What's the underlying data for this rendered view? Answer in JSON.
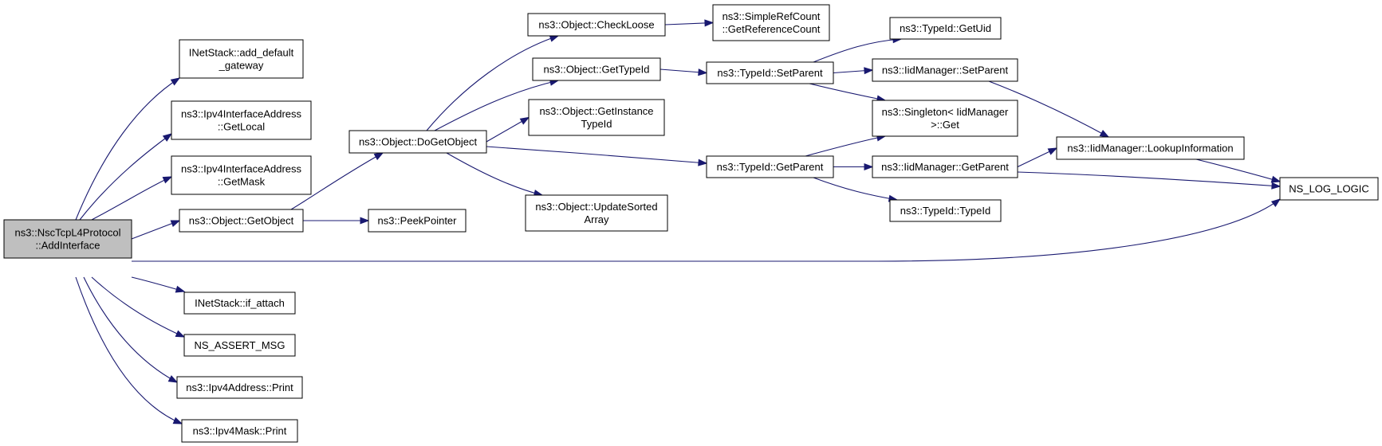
{
  "colors": {
    "edge": "#191970",
    "node_border": "#000000",
    "root_fill": "#bfbfbf",
    "node_fill": "#ffffff"
  },
  "nodes": [
    {
      "id": "root",
      "lines": [
        "ns3::NscTcpL4Protocol",
        "::AddInterface"
      ],
      "root": true
    },
    {
      "id": "add_gw",
      "lines": [
        "INetStack::add_default",
        "_gateway"
      ]
    },
    {
      "id": "getlocal",
      "lines": [
        "ns3::Ipv4InterfaceAddress",
        "::GetLocal"
      ]
    },
    {
      "id": "getmask",
      "lines": [
        "ns3::Ipv4InterfaceAddress",
        "::GetMask"
      ]
    },
    {
      "id": "getobject",
      "lines": [
        "ns3::Object::GetObject"
      ]
    },
    {
      "id": "ifattach",
      "lines": [
        "INetStack::if_attach"
      ]
    },
    {
      "id": "assert",
      "lines": [
        "NS_ASSERT_MSG"
      ]
    },
    {
      "id": "addrprint",
      "lines": [
        "ns3::Ipv4Address::Print"
      ]
    },
    {
      "id": "maskprint",
      "lines": [
        "ns3::Ipv4Mask::Print"
      ]
    },
    {
      "id": "dogetobject",
      "lines": [
        "ns3::Object::DoGetObject"
      ]
    },
    {
      "id": "peek",
      "lines": [
        "ns3::PeekPointer"
      ]
    },
    {
      "id": "checkloose",
      "lines": [
        "ns3::Object::CheckLoose"
      ]
    },
    {
      "id": "gettypeid",
      "lines": [
        "ns3::Object::GetTypeId"
      ]
    },
    {
      "id": "getinst",
      "lines": [
        "ns3::Object::GetInstance",
        "TypeId"
      ]
    },
    {
      "id": "updsorted",
      "lines": [
        "ns3::Object::UpdateSorted",
        "Array"
      ]
    },
    {
      "id": "refcount",
      "lines": [
        "ns3::SimpleRefCount",
        "::GetReferenceCount"
      ]
    },
    {
      "id": "setparent",
      "lines": [
        "ns3::TypeId::SetParent"
      ]
    },
    {
      "id": "getparent",
      "lines": [
        "ns3::TypeId::GetParent"
      ]
    },
    {
      "id": "getuid",
      "lines": [
        "ns3::TypeId::GetUid"
      ]
    },
    {
      "id": "iid_setparent",
      "lines": [
        "ns3::IidManager::SetParent"
      ]
    },
    {
      "id": "singleton",
      "lines": [
        "ns3::Singleton< IidManager",
        ">::Get"
      ]
    },
    {
      "id": "iid_getparent",
      "lines": [
        "ns3::IidManager::GetParent"
      ]
    },
    {
      "id": "typeid",
      "lines": [
        "ns3::TypeId::TypeId"
      ]
    },
    {
      "id": "lookup",
      "lines": [
        "ns3::IidManager::LookupInformation"
      ]
    },
    {
      "id": "nslog",
      "lines": [
        "NS_LOG_LOGIC"
      ]
    }
  ],
  "edges": [
    {
      "from": "root",
      "to": "add_gw"
    },
    {
      "from": "root",
      "to": "getlocal"
    },
    {
      "from": "root",
      "to": "getmask"
    },
    {
      "from": "root",
      "to": "getobject"
    },
    {
      "from": "root",
      "to": "nslog"
    },
    {
      "from": "root",
      "to": "ifattach"
    },
    {
      "from": "root",
      "to": "assert"
    },
    {
      "from": "root",
      "to": "addrprint"
    },
    {
      "from": "root",
      "to": "maskprint"
    },
    {
      "from": "getobject",
      "to": "dogetobject"
    },
    {
      "from": "getobject",
      "to": "peek"
    },
    {
      "from": "dogetobject",
      "to": "checkloose"
    },
    {
      "from": "dogetobject",
      "to": "gettypeid"
    },
    {
      "from": "dogetobject",
      "to": "getinst"
    },
    {
      "from": "dogetobject",
      "to": "getparent"
    },
    {
      "from": "dogetobject",
      "to": "updsorted"
    },
    {
      "from": "checkloose",
      "to": "refcount"
    },
    {
      "from": "gettypeid",
      "to": "setparent"
    },
    {
      "from": "setparent",
      "to": "getuid"
    },
    {
      "from": "setparent",
      "to": "iid_setparent"
    },
    {
      "from": "setparent",
      "to": "singleton"
    },
    {
      "from": "getparent",
      "to": "singleton"
    },
    {
      "from": "getparent",
      "to": "iid_getparent"
    },
    {
      "from": "getparent",
      "to": "typeid"
    },
    {
      "from": "iid_setparent",
      "to": "lookup"
    },
    {
      "from": "iid_getparent",
      "to": "lookup"
    },
    {
      "from": "iid_getparent",
      "to": "nslog"
    },
    {
      "from": "lookup",
      "to": "nslog"
    }
  ]
}
